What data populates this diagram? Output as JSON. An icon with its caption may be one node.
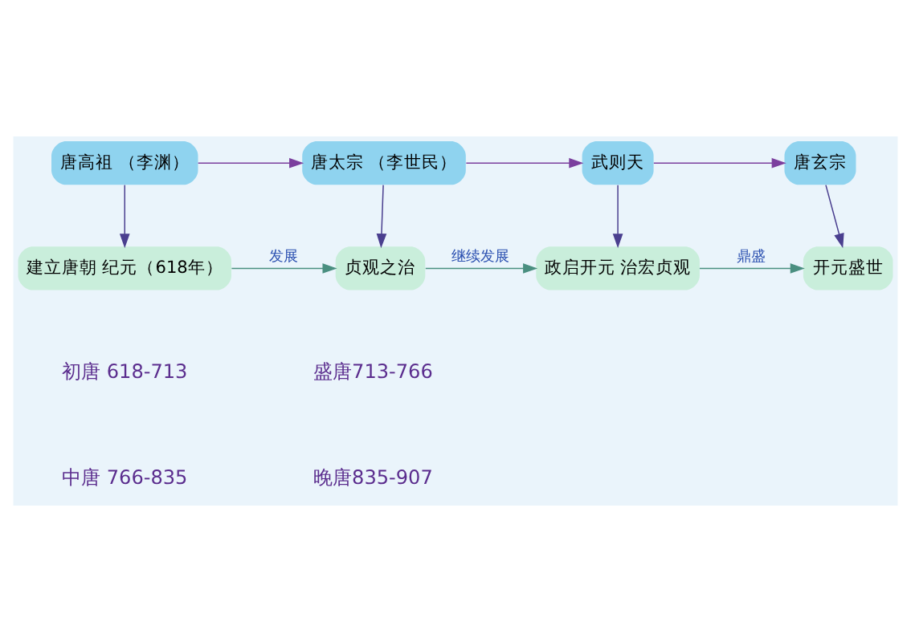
{
  "diagram": {
    "nodes": [
      {
        "text": [
          "唐高祖 （李渊）"
        ]
      },
      {
        "text": [
          "唐太宗 （李世民）"
        ]
      },
      {
        "text": [
          "武则天"
        ]
      },
      {
        "text": [
          "唐玄宗"
        ]
      },
      {
        "text": [
          "建立唐朝 纪元（618年）"
        ]
      },
      {
        "text": [
          "贞观之治"
        ]
      },
      {
        "text": [
          "政启开元 治宏贞观"
        ]
      },
      {
        "text": [
          "开元盛世"
        ]
      }
    ],
    "edges": [
      {
        "from": 0,
        "to": 1,
        "arrow": "to",
        "color": "#7b3f9e"
      },
      {
        "from": 1,
        "to": 2,
        "arrow": "to",
        "color": "#7b3f9e"
      },
      {
        "from": 2,
        "to": 3,
        "arrow": "to",
        "color": "#7b3f9e"
      },
      {
        "from": 0,
        "to": 4,
        "arrow": "to"
      },
      {
        "from": 1,
        "to": 5,
        "arrow": "to"
      },
      {
        "from": 2,
        "to": 6,
        "arrow": "to"
      },
      {
        "from": 3,
        "to": 7,
        "arrow": "to"
      },
      {
        "from": 4,
        "to": 5,
        "arrow": "to",
        "label": "发展",
        "color": "#4a8f80"
      },
      {
        "from": 5,
        "to": 6,
        "arrow": "to",
        "label": "继续发展",
        "color": "#4a8f80"
      },
      {
        "from": 6,
        "to": 7,
        "arrow": "to",
        "label": "鼎盛",
        "color": "#4a8f80"
      }
    ],
    "labels": [
      "初唐 618-713",
      "盛唐713-766",
      "中唐 766-835",
      "晚唐835-907"
    ]
  }
}
